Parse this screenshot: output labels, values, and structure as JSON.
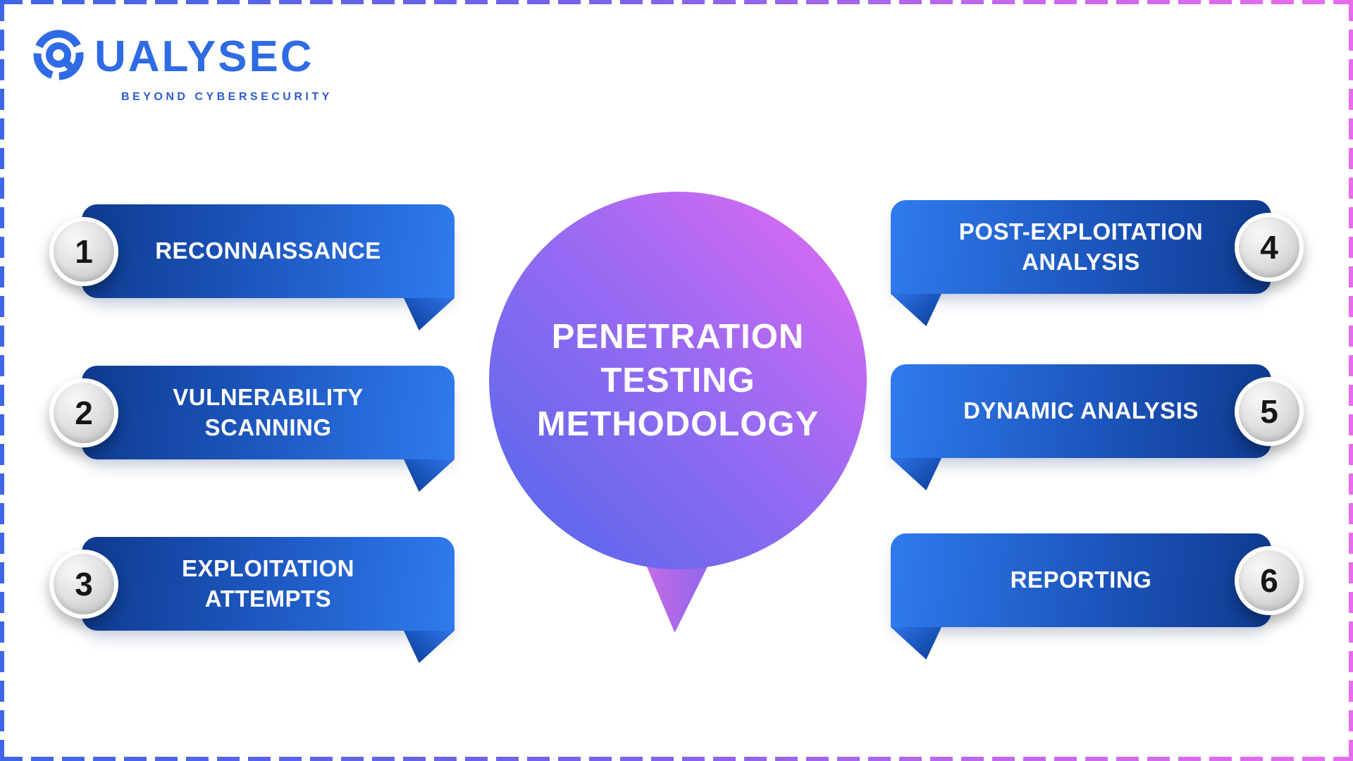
{
  "logo": {
    "brand": "QUALYSEC",
    "wordmark_rest": "UALYSEC",
    "tagline": "BEYOND CYBERSECURITY",
    "color": "#2e6be4"
  },
  "center": {
    "title": "PENETRATION\nTESTING\nMETHODOLOGY",
    "gradient_from": "#4e68ea",
    "gradient_to": "#e76af2"
  },
  "steps": [
    {
      "number": "1",
      "label": "RECONNAISSANCE",
      "side": "left"
    },
    {
      "number": "2",
      "label": "VULNERABILITY\nSCANNING",
      "side": "left"
    },
    {
      "number": "3",
      "label": "EXPLOITATION\nATTEMPTS",
      "side": "left"
    },
    {
      "number": "4",
      "label": "POST-EXPLOITATION\nANALYSIS",
      "side": "right"
    },
    {
      "number": "5",
      "label": "DYNAMIC ANALYSIS",
      "side": "right"
    },
    {
      "number": "6",
      "label": "REPORTING",
      "side": "right"
    }
  ],
  "frame": {
    "border_color_left": "#3e66e6",
    "border_color_right": "#ea6cee",
    "banner_dark": "#0e3a8e",
    "banner_bright": "#2f7bee"
  }
}
